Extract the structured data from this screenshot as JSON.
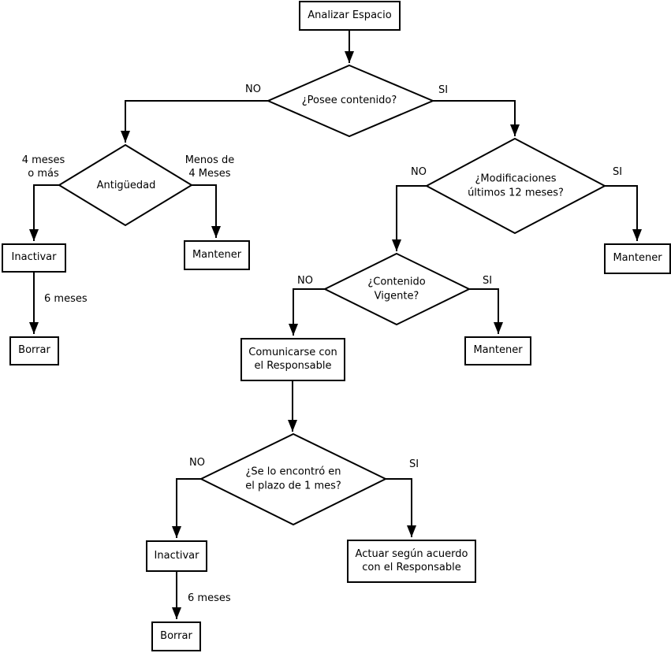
{
  "colors": {
    "line": "#000000",
    "background": "#ffffff",
    "text": "#000000"
  },
  "nodes": {
    "start": "Analizar Espacio",
    "posee_contenido": "¿Posee contenido?",
    "antiguedad": "Antigüedad",
    "inactivar_left": "Inactivar",
    "mantener_left": "Mantener",
    "borrar_left": "Borrar",
    "modificaciones": "¿Modificaciones\núltimos 12 meses?",
    "mantener_right": "Mantener",
    "contenido_vigente": "¿Contenido\nVigente?",
    "mantener_center": "Mantener",
    "comunicarse": "Comunicarse con\nel Responsable",
    "encontro_plazo": "¿Se lo encontró en\nel plazo de 1 mes?",
    "inactivar_bottom": "Inactivar",
    "actuar_acuerdo": "Actuar según acuerdo\ncon el Responsable",
    "borrar_bottom": "Borrar"
  },
  "edge_labels": {
    "posee_no": "NO",
    "posee_si": "SI",
    "antiguedad_left": "4 meses\no más",
    "antiguedad_right": "Menos de\n4 Meses",
    "seis_meses_left": "6 meses",
    "modificaciones_no": "NO",
    "modificaciones_si": "SI",
    "contenido_no": "NO",
    "contenido_si": "SI",
    "encontro_no": "NO",
    "encontro_si": "SI",
    "seis_meses_bottom": "6 meses"
  }
}
